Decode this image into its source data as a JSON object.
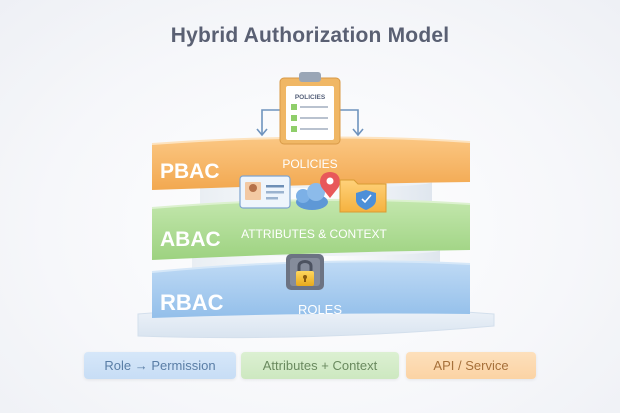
{
  "diagram": {
    "title": "Hybrid Authorization Model",
    "clipboard": {
      "label": "POLICIES",
      "icon": "clipboard-icon"
    },
    "tiers": [
      {
        "id": "pbac",
        "acronym": "PBAC",
        "label": "POLICIES",
        "color": "#f5b35c"
      },
      {
        "id": "abac",
        "acronym": "ABAC",
        "label": "ATTRIBUTES & CONTEXT",
        "color": "#a8d98b"
      },
      {
        "id": "rbac",
        "acronym": "RBAC",
        "label": "ROLES",
        "color": "#9cc6ef"
      }
    ],
    "icons": [
      "id-card-icon",
      "cloud-icon",
      "location-pin-icon",
      "folder-shield-icon",
      "padlock-icon"
    ],
    "legend": [
      {
        "label": "Role → Permission",
        "color": "#c7ddf5"
      },
      {
        "label": "Attributes + Context",
        "color": "#cde8c0"
      },
      {
        "label": "API / Service",
        "color": "#fbd3a4"
      }
    ]
  }
}
